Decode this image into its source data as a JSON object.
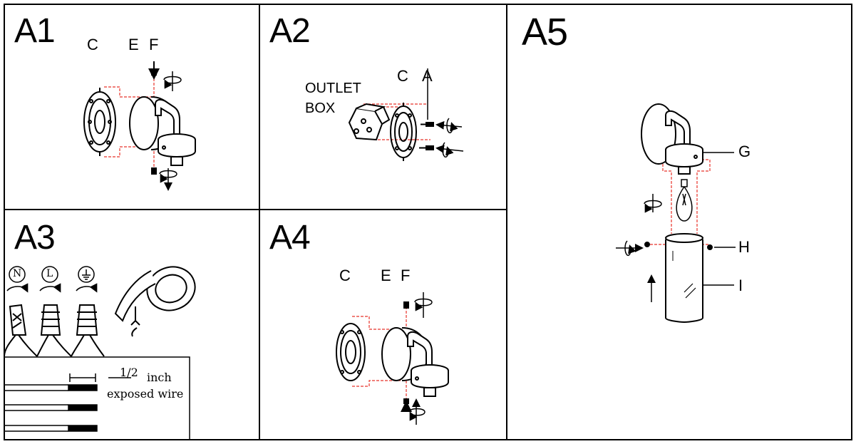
{
  "panels": {
    "a1": {
      "title": "A1",
      "labels": {
        "c": "C",
        "e": "E",
        "f": "F"
      }
    },
    "a2": {
      "title": "A2",
      "labels": {
        "outlet_line1": "OUTLET",
        "outlet_line2": "BOX",
        "c": "C",
        "a": "A"
      }
    },
    "a3": {
      "title": "A3",
      "wire_symbols": {
        "neutral": "N",
        "live": "L"
      },
      "strip_fraction": "1/2",
      "strip_unit": "inch",
      "strip_caption": "exposed wire"
    },
    "a4": {
      "title": "A4",
      "labels": {
        "c": "C",
        "e": "E",
        "f": "F"
      }
    },
    "a5": {
      "title": "A5",
      "labels": {
        "g": "G",
        "h": "H",
        "i": "I"
      }
    }
  },
  "colors": {
    "line": "#000000",
    "guide": "#e8332a",
    "background": "#ffffff"
  }
}
